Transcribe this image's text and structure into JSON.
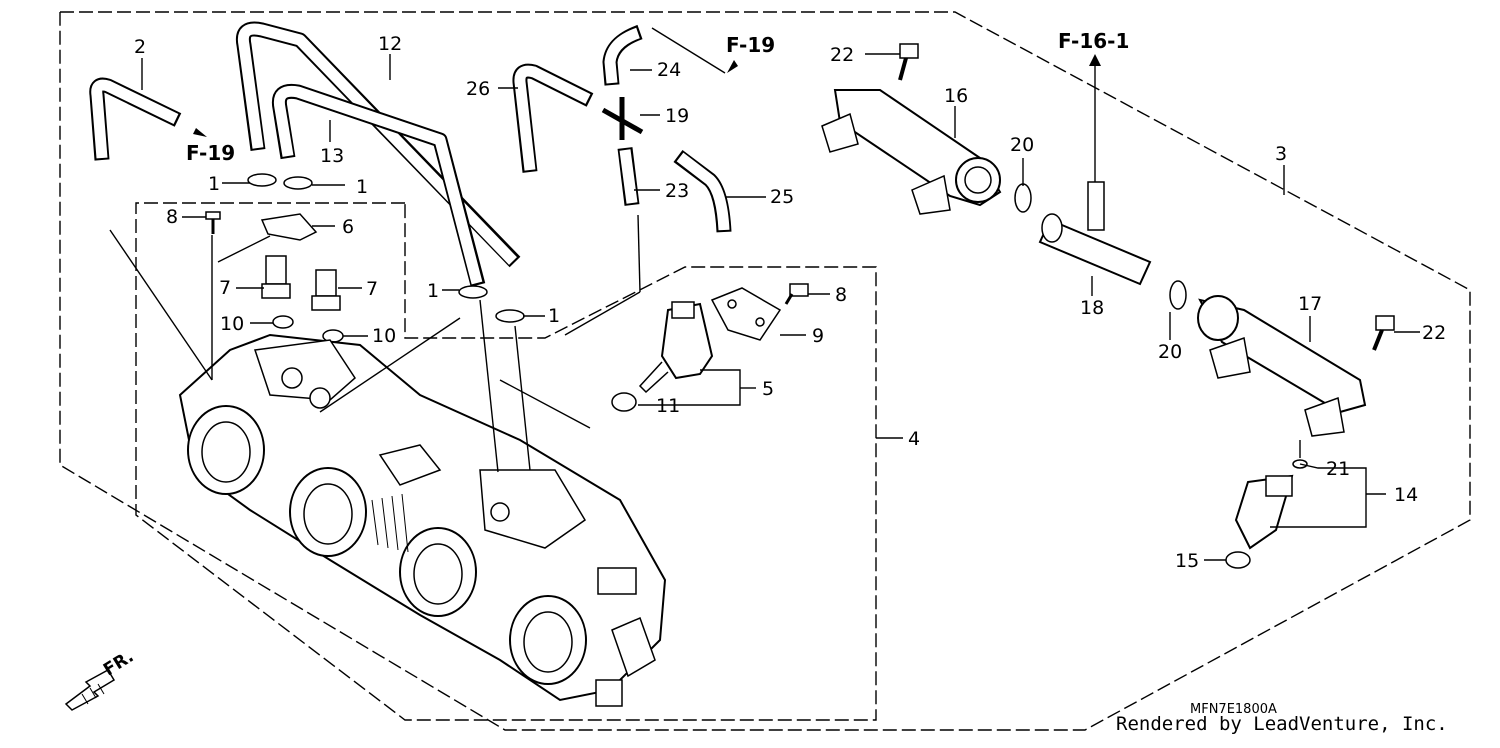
{
  "diagram": {
    "part_labels": [
      {
        "id": "2",
        "text": "2"
      },
      {
        "id": "12",
        "text": "12"
      },
      {
        "id": "13",
        "text": "13"
      },
      {
        "id": "1a",
        "text": "1"
      },
      {
        "id": "1b",
        "text": "1"
      },
      {
        "id": "1c",
        "text": "1"
      },
      {
        "id": "1d",
        "text": "1"
      },
      {
        "id": "8a",
        "text": "8"
      },
      {
        "id": "6",
        "text": "6"
      },
      {
        "id": "7a",
        "text": "7"
      },
      {
        "id": "7b",
        "text": "7"
      },
      {
        "id": "10a",
        "text": "10"
      },
      {
        "id": "10b",
        "text": "10"
      },
      {
        "id": "26",
        "text": "26"
      },
      {
        "id": "24",
        "text": "24"
      },
      {
        "id": "19",
        "text": "19"
      },
      {
        "id": "23",
        "text": "23"
      },
      {
        "id": "25",
        "text": "25"
      },
      {
        "id": "8b",
        "text": "8"
      },
      {
        "id": "9",
        "text": "9"
      },
      {
        "id": "5",
        "text": "5"
      },
      {
        "id": "11",
        "text": "11"
      },
      {
        "id": "4",
        "text": "4"
      },
      {
        "id": "22a",
        "text": "22"
      },
      {
        "id": "16",
        "text": "16"
      },
      {
        "id": "20a",
        "text": "20"
      },
      {
        "id": "18",
        "text": "18"
      },
      {
        "id": "20b",
        "text": "20"
      },
      {
        "id": "17",
        "text": "17"
      },
      {
        "id": "22b",
        "text": "22"
      },
      {
        "id": "3",
        "text": "3"
      },
      {
        "id": "21",
        "text": "21"
      },
      {
        "id": "14",
        "text": "14"
      },
      {
        "id": "15",
        "text": "15"
      }
    ],
    "refs": {
      "f19_top": "F-19",
      "f19_left": "F-19",
      "f161": "F-16-1"
    },
    "front_marker": "FR.",
    "drawing_code": "MFN7E1800A",
    "credit": "Rendered by LeadVenture, Inc."
  }
}
